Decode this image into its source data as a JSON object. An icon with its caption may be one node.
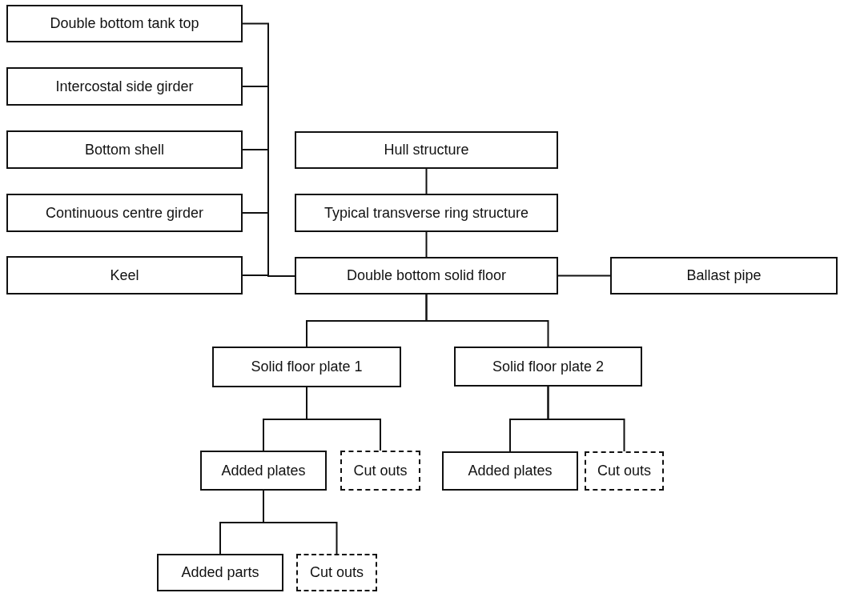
{
  "diagram": {
    "nodes": [
      {
        "text": [
          "Double bottom tank top"
        ]
      },
      {
        "text": [
          "Intercostal side girder"
        ]
      },
      {
        "text": [
          "Bottom shell"
        ]
      },
      {
        "text": [
          "Continuous centre girder"
        ]
      },
      {
        "text": [
          "Keel"
        ]
      },
      {
        "text": [
          "Hull structure"
        ]
      },
      {
        "text": [
          "Typical transverse ring structure"
        ]
      },
      {
        "text": [
          "Double bottom solid floor"
        ]
      },
      {
        "text": [
          "Ballast pipe"
        ]
      },
      {
        "text": [
          "Solid floor plate 1"
        ]
      },
      {
        "text": [
          "Solid floor plate 2"
        ]
      },
      {
        "text": [
          "Added plates"
        ]
      },
      {
        "text": [
          "Cut outs"
        ]
      },
      {
        "text": [
          "Added plates"
        ]
      },
      {
        "text": [
          "Cut outs"
        ]
      },
      {
        "text": [
          "Added parts"
        ]
      },
      {
        "text": [
          "Cut outs"
        ]
      }
    ],
    "edges": [
      {
        "from": 0,
        "to": 7,
        "arrow": "none"
      },
      {
        "from": 1,
        "to": 7,
        "arrow": "none"
      },
      {
        "from": 2,
        "to": 7,
        "arrow": "none"
      },
      {
        "from": 3,
        "to": 7,
        "arrow": "none"
      },
      {
        "from": 4,
        "to": 7,
        "arrow": "none"
      },
      {
        "from": 5,
        "to": 6,
        "arrow": "none"
      },
      {
        "from": 6,
        "to": 7,
        "arrow": "none"
      },
      {
        "from": 7,
        "to": 8,
        "arrow": "none"
      },
      {
        "from": 7,
        "to": 9,
        "arrow": "none"
      },
      {
        "from": 7,
        "to": 10,
        "arrow": "none"
      },
      {
        "from": 9,
        "to": 11,
        "arrow": "none"
      },
      {
        "from": 9,
        "to": 12,
        "arrow": "none"
      },
      {
        "from": 10,
        "to": 13,
        "arrow": "none"
      },
      {
        "from": 10,
        "to": 14,
        "arrow": "none"
      },
      {
        "from": 11,
        "to": 15,
        "arrow": "none"
      },
      {
        "from": 11,
        "to": 16,
        "arrow": "none"
      }
    ]
  }
}
